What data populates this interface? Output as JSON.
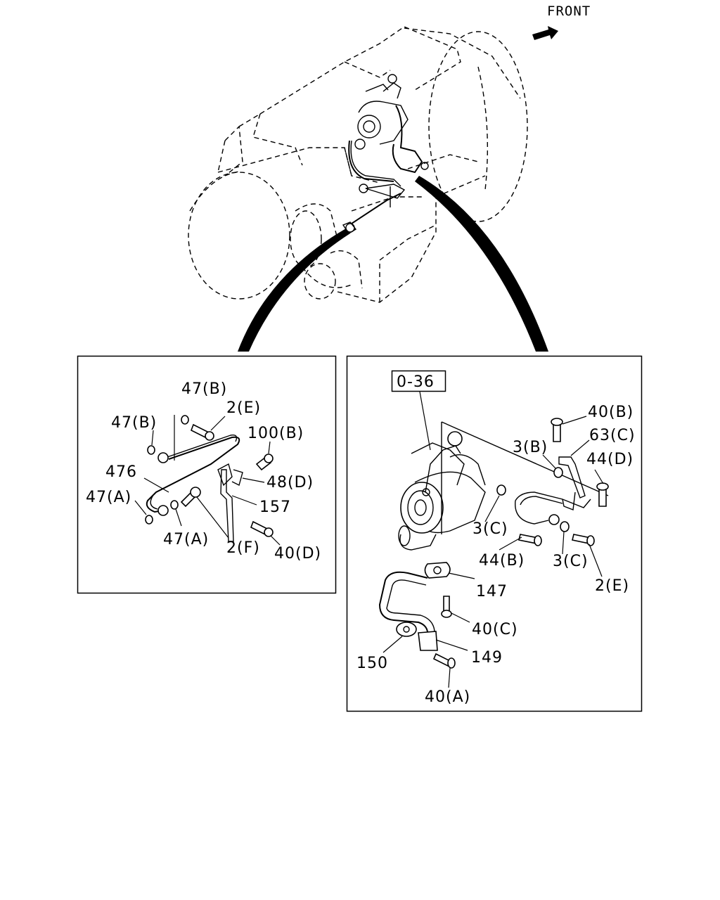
{
  "orientation": {
    "label": "FRONT",
    "arrow_icon": "front-arrow-icon"
  },
  "left_detail": {
    "labels": {
      "l_47b_top": "47(B)",
      "l_2e": "2(E)",
      "l_47b_left": "47(B)",
      "l_100b": "100(B)",
      "l_476": "476",
      "l_48d": "48(D)",
      "l_47a_left": "47(A)",
      "l_157": "157",
      "l_47a_bottom": "47(A)",
      "l_2f": "2(F)",
      "l_40d": "40(D)"
    }
  },
  "right_detail": {
    "ref_box": "0-36",
    "labels": {
      "r_40b": "40(B)",
      "r_63c": "63(C)",
      "r_3b": "3(B)",
      "r_44d": "44(D)",
      "r_3c_left": "3(C)",
      "r_44b": "44(B)",
      "r_3c_right": "3(C)",
      "r_2e": "2(E)",
      "r_147": "147",
      "r_40c": "40(C)",
      "r_149": "149",
      "r_150": "150",
      "r_40a": "40(A)"
    }
  }
}
